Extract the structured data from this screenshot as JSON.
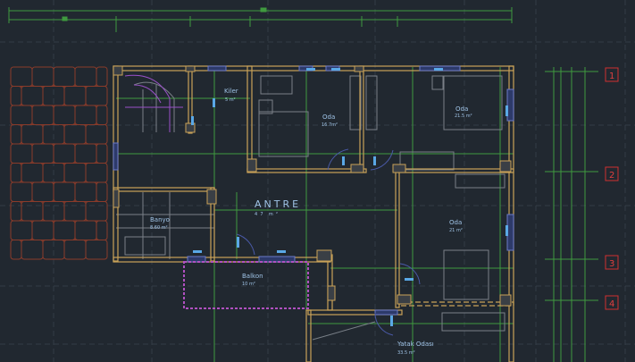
{
  "colors": {
    "background": "#212830",
    "wall": "#c9a258",
    "grid": "#3f9a3f",
    "tile": "#8a3b2a",
    "window": "#5aa8e6",
    "balcony": "#b050c0",
    "axis_marker": "#d03030",
    "label": "#9fc3e6"
  },
  "rooms": [
    {
      "name": "Kiler",
      "area": "5 m²"
    },
    {
      "name": "Oda",
      "area": "16.7m²"
    },
    {
      "name": "Oda",
      "area": "21.5 m²"
    },
    {
      "name": "ANTRE",
      "area": "4  7    m  ²"
    },
    {
      "name": "Banyo",
      "area": "8.60 m²"
    },
    {
      "name": "Oda",
      "area": "21 m²"
    },
    {
      "name": "Balkon",
      "area": "10 m²"
    },
    {
      "name": "Yatak Odası",
      "area": "33.5 m²"
    }
  ],
  "axis_markers": [
    "1",
    "2",
    "3",
    "4"
  ]
}
